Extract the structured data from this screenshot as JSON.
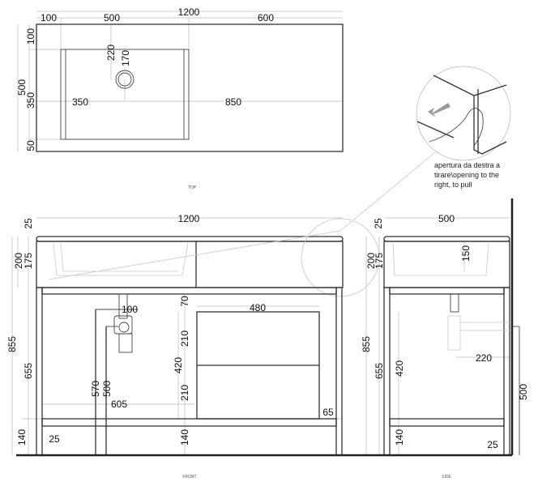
{
  "views": {
    "top": "TOP",
    "front": "FRONT",
    "side": "SIDE"
  },
  "top_dims": {
    "overall_width": "1200",
    "left_margin": "100",
    "sink_width": "500",
    "right_part": "600",
    "depth": "500",
    "back_margin": "100",
    "sink_depth": "350",
    "front_margin": "50",
    "drain_from_back": "220",
    "drain_offset": "170",
    "drain_x_left": "350",
    "drain_x_right": "850"
  },
  "front_dims": {
    "overall_width": "1200",
    "top_thickness": "25",
    "box_height": "200",
    "box_inner": "175",
    "total_height": "855",
    "frame_height": "655",
    "foot_height": "140",
    "leg_inset": "25",
    "drawer_top_gap": "70",
    "drawer_width": "480",
    "drawer1": "210",
    "drawer2": "210",
    "drawers_total": "420",
    "drain_width": "100",
    "drain_h1": "570",
    "drain_h2": "500",
    "drawer_offset": "605",
    "drawer_side_gap": "65",
    "bottom_gap": "140"
  },
  "side_dims": {
    "depth": "500",
    "top_thickness": "25",
    "box_height": "200",
    "box_inner": "175",
    "basin_depth": "150",
    "total_height": "855",
    "frame_height": "655",
    "inner_height": "420",
    "trap_depth": "220",
    "wall_height": "500",
    "foot_height": "140",
    "foot_inset": "25"
  },
  "note": {
    "line1": "apertura da destra a",
    "line2": "tirare\\opening to the",
    "line3": "right, to pull"
  },
  "colors": {
    "line": "#333333",
    "dimension": "#bbbbbb",
    "arrow": "#999999"
  }
}
